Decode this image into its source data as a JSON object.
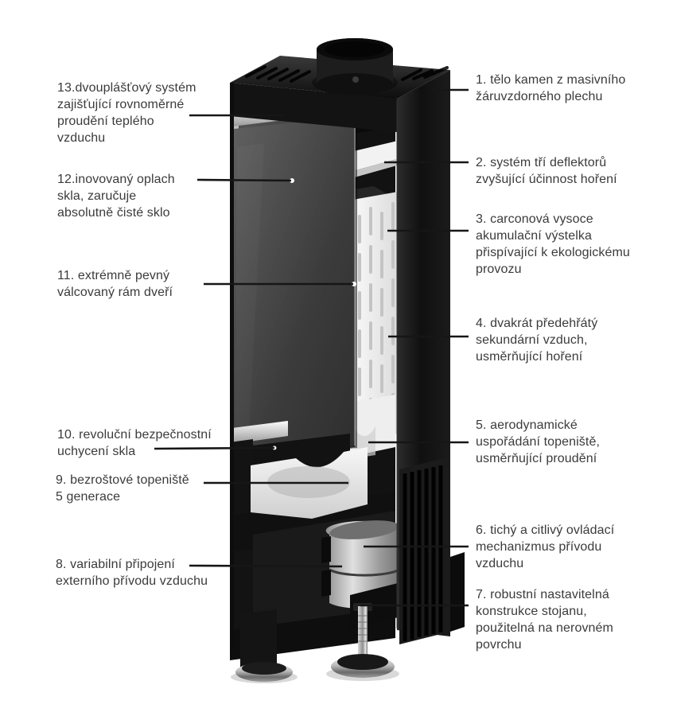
{
  "colors": {
    "background": "#ffffff",
    "label_text": "#3b3b3b",
    "callout_line": "#161616",
    "stove_black": "#151515",
    "lining_white": "#efefef",
    "chrome": "#c9c9c9"
  },
  "illustration": {
    "subject": "cutaway rendering of a tall black wood-burning stove"
  },
  "labels": {
    "left": [
      {
        "id": 13,
        "text": "13.dvouplášťový systém\nzajišťující rovnoměrné\nproudění teplého\nvzduchu"
      },
      {
        "id": 12,
        "text": "12.inovovaný oplach\nskla, zaručuje\nabsolutně čisté sklo"
      },
      {
        "id": 11,
        "text": "11. extrémně pevný\nválcovaný rám dveří"
      },
      {
        "id": 10,
        "text": "10. revoluční bezpečnostní\nuchycení skla"
      },
      {
        "id": 9,
        "text": "9. bezroštové topeniště\n5 generace"
      },
      {
        "id": 8,
        "text": "8. variabilní připojení\nexterního přívodu vzduchu"
      }
    ],
    "right": [
      {
        "id": 1,
        "text": "1. tělo kamen z masivního\nžáruvzdorného plechu"
      },
      {
        "id": 2,
        "text": "2. systém tří deflektorů\nzvyšující účinnost hoření"
      },
      {
        "id": 3,
        "text": "3. carconová vysoce\nakumulační výstelka\npřispívající k ekologickému\nprovozu"
      },
      {
        "id": 4,
        "text": "4. dvakrát předehřátý\nsekundární vzduch,\nusměrňující hoření"
      },
      {
        "id": 5,
        "text": "5. aerodynamické\nuspořádání topeniště,\nusměrňující proudění"
      },
      {
        "id": 6,
        "text": "6. tichý a citlivý ovládací\nmechanizmus přívodu\nvzduchu"
      },
      {
        "id": 7,
        "text": "7. robustní nastavitelná\nkonstrukce stojanu,\npoužitelná na nerovném\npovrchu"
      }
    ]
  }
}
